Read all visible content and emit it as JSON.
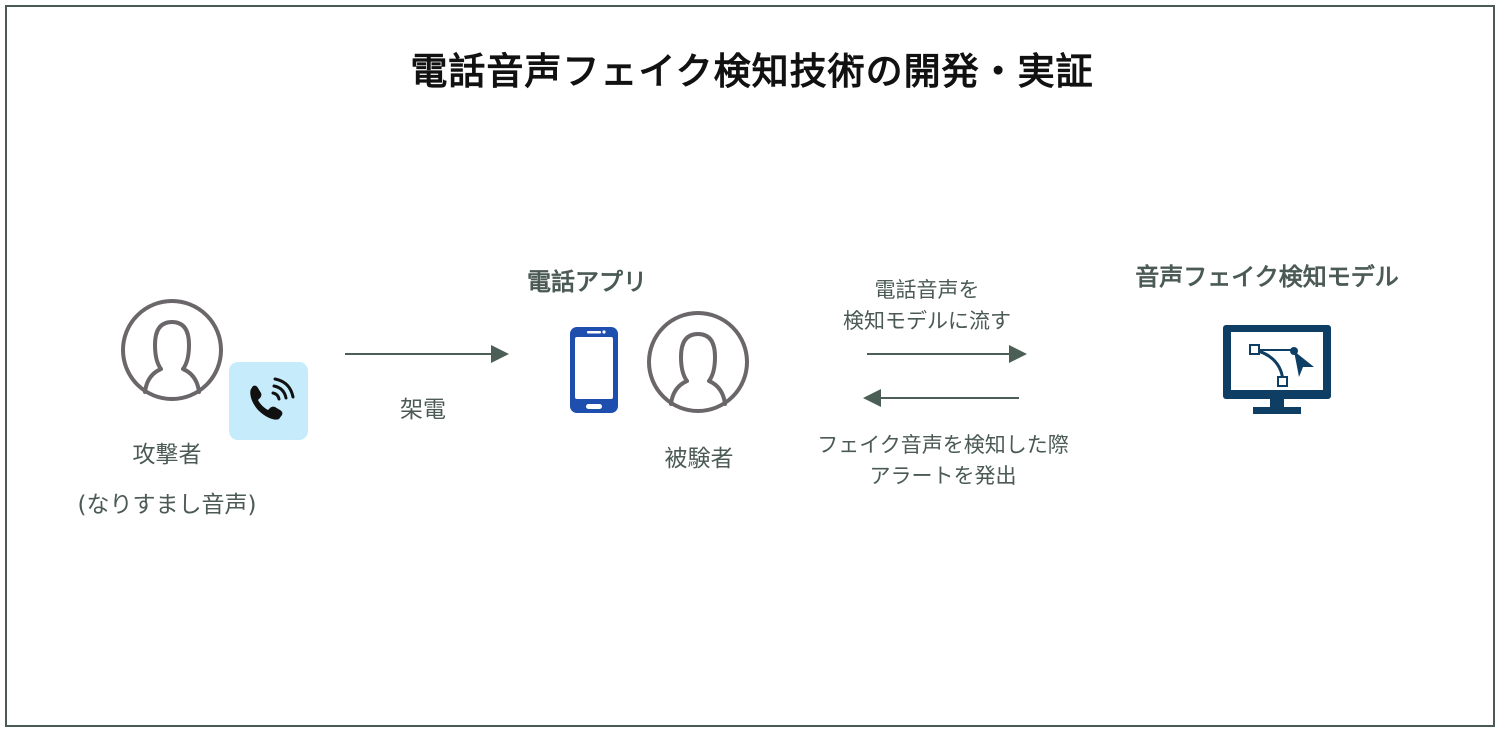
{
  "title": "電話音声フェイク検知技術の開発・実証",
  "attacker": {
    "name": "攻撃者",
    "note": "(なりすまし音声)",
    "icon": "person-icon",
    "call_icon": "phone-ringing-icon",
    "badge_color": "#c6ecfb"
  },
  "call_arrow": {
    "label": "架電"
  },
  "phone_app": {
    "heading": "電話アプリ",
    "device_icon": "smartphone-icon",
    "device_color": "#1f4fae"
  },
  "subject": {
    "name": "被験者",
    "icon": "person-icon"
  },
  "forward_arrow": {
    "lines": [
      "電話音声を",
      "検知モデルに流す"
    ]
  },
  "back_arrow": {
    "lines": [
      "フェイク音声を検知した際",
      "アラートを発出"
    ]
  },
  "model": {
    "heading": "音声フェイク検知モデル",
    "icon": "monitor-vector-icon",
    "icon_color": "#0e3e63"
  },
  "colors": {
    "border": "#4a5a55",
    "text": "#4b5a55",
    "arrow": "#4b5f56",
    "person_stroke": "#6b6669"
  }
}
